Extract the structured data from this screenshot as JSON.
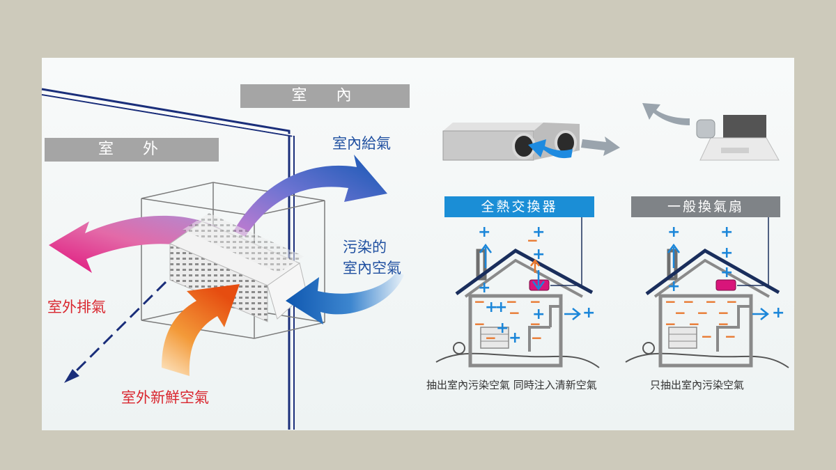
{
  "labels": {
    "indoor": "室　內",
    "outdoor": "室　外",
    "indoor_supply": "室內給氣",
    "polluted_indoor_air": "污染的\n室內空氣",
    "outdoor_exhaust": "室外排氣",
    "outdoor_fresh_air": "室外新鮮空氣"
  },
  "heat_exchanger": {
    "title": "全熱交換器",
    "caption": "抽出室內污染空氣 同時注入清新空氣"
  },
  "ventilation_fan": {
    "title": "一般換氣扇",
    "caption": "只抽出室內污染空氣"
  },
  "colors": {
    "background": "#cdcabb",
    "label_bar": "#a5a5a5",
    "heat_exchanger_bar": "#1b8ed6",
    "fan_bar": "#7f8387",
    "supply_blue": "#1f63b5",
    "exhaust_pink": "#e2137a",
    "fresh_orange": "#ec5d0d",
    "plus_blue": "#1b86d9",
    "minus_orange": "#e8772d"
  }
}
